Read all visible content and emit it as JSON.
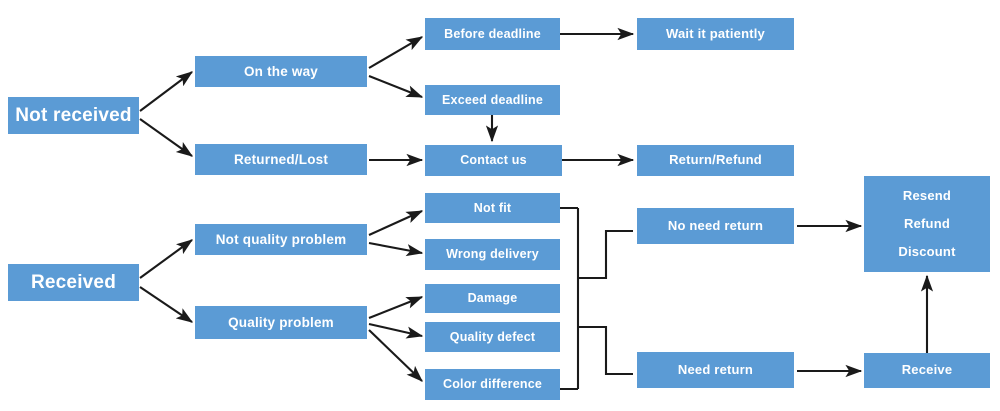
{
  "diagram": {
    "title": "Order problem handling flowchart",
    "box_color": "#5B9BD5",
    "text_color": "#FFFFFF",
    "edge_color": "#1A1A1A",
    "background": "#FFFFFF"
  },
  "nodes": {
    "not_received": "Not received",
    "on_the_way": "On the way",
    "returned_lost": "Returned/Lost",
    "before_deadline": "Before deadline",
    "exceed_deadline": "Exceed deadline",
    "contact_us": "Contact us",
    "wait_it_patiently": "Wait it patiently",
    "return_refund": "Return/Refund",
    "received": "Received",
    "not_quality_problem": "Not quality problem",
    "quality_problem": "Quality problem",
    "not_fit": "Not fit",
    "wrong_delivery": "Wrong delivery",
    "damage": "Damage",
    "quality_defect": "Quality defect",
    "color_difference": "Color difference",
    "no_need_return": "No need return",
    "need_return": "Need return",
    "receive": "Receive",
    "resolution_line1": "Resend",
    "resolution_line2": "Refund",
    "resolution_line3": "Discount"
  },
  "edges": [
    {
      "from": "not_received",
      "to": "on_the_way"
    },
    {
      "from": "not_received",
      "to": "returned_lost"
    },
    {
      "from": "on_the_way",
      "to": "before_deadline"
    },
    {
      "from": "on_the_way",
      "to": "exceed_deadline"
    },
    {
      "from": "before_deadline",
      "to": "wait_it_patiently"
    },
    {
      "from": "exceed_deadline",
      "to": "contact_us"
    },
    {
      "from": "returned_lost",
      "to": "contact_us"
    },
    {
      "from": "contact_us",
      "to": "return_refund"
    },
    {
      "from": "received",
      "to": "not_quality_problem"
    },
    {
      "from": "received",
      "to": "quality_problem"
    },
    {
      "from": "not_quality_problem",
      "to": "not_fit"
    },
    {
      "from": "not_quality_problem",
      "to": "wrong_delivery"
    },
    {
      "from": "quality_problem",
      "to": "damage"
    },
    {
      "from": "quality_problem",
      "to": "quality_defect"
    },
    {
      "from": "quality_problem",
      "to": "color_difference"
    },
    {
      "from": "not_fit",
      "to": "no_need_return"
    },
    {
      "from": "wrong_delivery",
      "to": "no_need_return"
    },
    {
      "from": "damage",
      "to": "need_return"
    },
    {
      "from": "quality_defect",
      "to": "need_return"
    },
    {
      "from": "color_difference",
      "to": "need_return"
    },
    {
      "from": "no_need_return",
      "to": "resolution"
    },
    {
      "from": "need_return",
      "to": "receive"
    },
    {
      "from": "receive",
      "to": "resolution"
    }
  ]
}
